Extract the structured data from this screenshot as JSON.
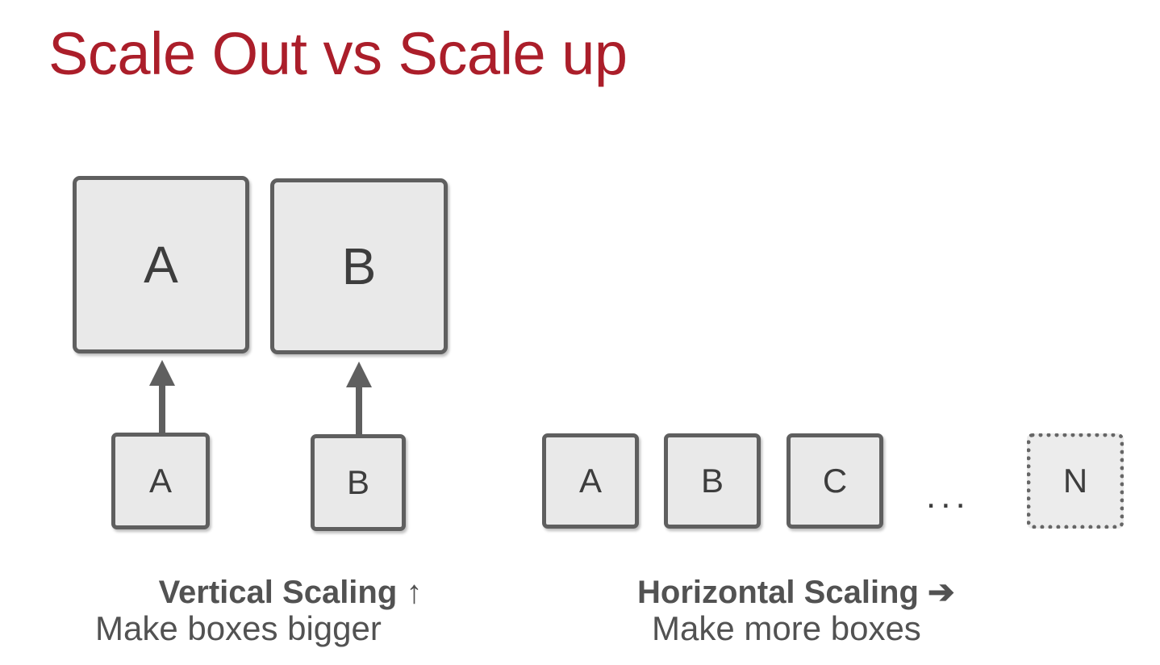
{
  "title": "Scale Out vs Scale up",
  "colors": {
    "title": "#ab1e2a",
    "box_fill": "#e9e9e9",
    "box_border": "#5f5f5f",
    "text": "#3d3d3d",
    "caption": "#525252"
  },
  "vertical": {
    "big_boxes": [
      {
        "label": "A"
      },
      {
        "label": "B"
      }
    ],
    "small_boxes": [
      {
        "label": "A"
      },
      {
        "label": "B"
      }
    ],
    "arrow_icon": "arrow-up",
    "heading": "Vertical Scaling ↑",
    "description": "Make boxes bigger"
  },
  "horizontal": {
    "boxes": [
      {
        "label": "A"
      },
      {
        "label": "B"
      },
      {
        "label": "C"
      }
    ],
    "ellipsis": "...",
    "placeholder_box": {
      "label": "N",
      "style": "dotted"
    },
    "heading": "Horizontal Scaling ➔",
    "description": "Make more boxes"
  }
}
